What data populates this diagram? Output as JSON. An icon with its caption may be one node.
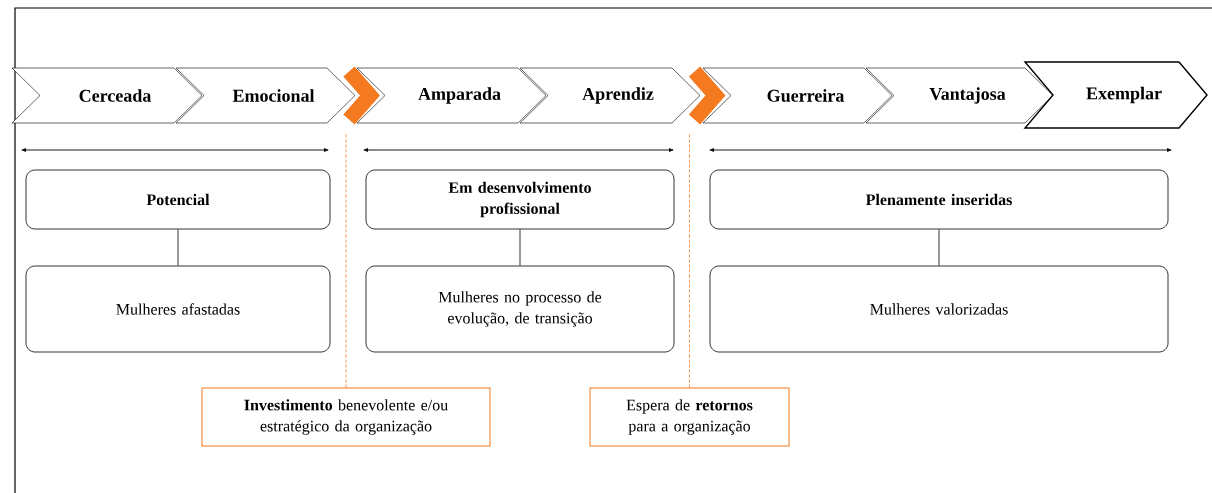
{
  "diagram": {
    "nodes": [
      {
        "text": [
          "Cerceada"
        ]
      },
      {
        "text": [
          "Emocional"
        ]
      },
      {
        "text": [
          "Amparada"
        ]
      },
      {
        "text": [
          "Aprendiz"
        ]
      },
      {
        "text": [
          "Guerreira"
        ]
      },
      {
        "text": [
          "Vantajosa"
        ]
      },
      {
        "text": [
          "Exemplar"
        ]
      },
      {
        "text": [
          "Potencial"
        ]
      },
      {
        "text": [
          "Mulheres afastadas"
        ]
      },
      {
        "text": [
          "Em desenvolvimento profissional"
        ]
      },
      {
        "text": [
          "Mulheres no processo de evolução, de transição"
        ]
      },
      {
        "text": [
          "Plenamente inseridas"
        ]
      },
      {
        "text": [
          "Mulheres valorizadas"
        ]
      },
      {
        "text": [
          "**Investimento** benevolente e/ou estratégico da organização"
        ]
      },
      {
        "text": [
          "Espera de **retornos** para a organização"
        ]
      }
    ],
    "edges": [
      {
        "from": 7,
        "to": 8,
        "arrow": "none",
        "color": "#000000"
      },
      {
        "from": 9,
        "to": 10,
        "arrow": "none",
        "color": "#000000"
      },
      {
        "from": 11,
        "to": 12,
        "arrow": "none",
        "color": "#000000"
      },
      {
        "from": 1,
        "to": 2,
        "arrow": "to",
        "style": "thick",
        "color": "#f4791f"
      },
      {
        "from": 3,
        "to": 4,
        "arrow": "to",
        "style": "thick",
        "color": "#f4791f"
      },
      {
        "from": 13,
        "to": null,
        "arrow": "none",
        "style": "dashed",
        "color": "#f4791f"
      },
      {
        "from": 14,
        "to": null,
        "arrow": "none",
        "style": "dashed",
        "color": "#f4791f"
      }
    ]
  }
}
